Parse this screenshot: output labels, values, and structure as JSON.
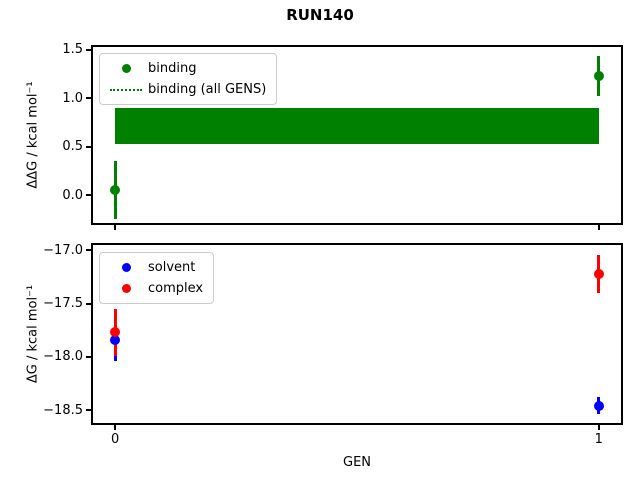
{
  "title": "RUN140",
  "colors": {
    "binding": "#008000",
    "solvent": "#0000ff",
    "complex": "#ff0000",
    "axis": "#000000",
    "legend_border": "#cccccc",
    "background": "#ffffff"
  },
  "chart_data": [
    {
      "type": "scatter",
      "ylabel": "ΔΔG / kcal mol⁻¹",
      "xlabel": "",
      "xlim": [
        -0.05,
        1.05
      ],
      "ylim": [
        -0.31,
        1.55
      ],
      "grid": false,
      "legend_position": "upper left",
      "yticks": [
        {
          "v": 1.5,
          "label": "1.5"
        },
        {
          "v": 1.0,
          "label": "1.0"
        },
        {
          "v": 0.5,
          "label": "0.5"
        },
        {
          "v": 0.0,
          "label": "0.0"
        }
      ],
      "xticks": [
        {
          "v": 0,
          "label": ""
        },
        {
          "v": 1,
          "label": ""
        }
      ],
      "series": [
        {
          "name": "binding",
          "color": "binding",
          "x": [
            0,
            1
          ],
          "y": [
            0.05,
            1.23
          ],
          "yerr": [
            0.3,
            0.21
          ]
        }
      ],
      "band": {
        "name": "binding (all GENS)",
        "color": "binding",
        "x_from": 0,
        "x_to": 1,
        "y_from": 0.53,
        "y_to": 0.9
      },
      "legend_items": [
        {
          "label": "binding",
          "marker": "dot"
        },
        {
          "label": "binding (all GENS)",
          "marker": "dotted-line"
        }
      ]
    },
    {
      "type": "scatter",
      "ylabel": "ΔG / kcal mol⁻¹",
      "xlabel": "GEN",
      "xlim": [
        -0.05,
        1.05
      ],
      "ylim": [
        -18.64,
        -16.93
      ],
      "grid": false,
      "legend_position": "upper left",
      "yticks": [
        {
          "v": -17.0,
          "label": "−17.0"
        },
        {
          "v": -17.5,
          "label": "−17.5"
        },
        {
          "v": -18.0,
          "label": "−18.0"
        },
        {
          "v": -18.5,
          "label": "−18.5"
        }
      ],
      "xticks": [
        {
          "v": 0,
          "label": "0"
        },
        {
          "v": 1,
          "label": "1"
        }
      ],
      "series": [
        {
          "name": "solvent",
          "color": "solvent",
          "x": [
            0,
            1
          ],
          "y": [
            -17.84,
            -18.46
          ],
          "yerr": [
            0.2,
            0.08
          ]
        },
        {
          "name": "complex",
          "color": "complex",
          "x": [
            0,
            1
          ],
          "y": [
            -17.77,
            -17.22
          ],
          "yerr": [
            0.22,
            0.18
          ]
        }
      ],
      "legend_items": [
        {
          "label": "solvent",
          "marker": "dot"
        },
        {
          "label": "complex",
          "marker": "dot"
        }
      ]
    }
  ]
}
